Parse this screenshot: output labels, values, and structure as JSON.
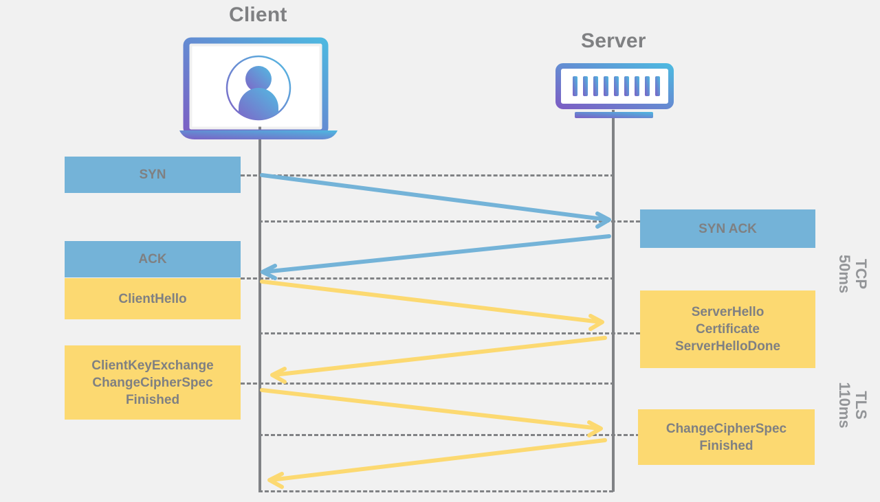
{
  "diagram": {
    "title_client": "Client",
    "title_server": "Server",
    "background_color": "#f1f1f1",
    "tcp_color": "#74b3d8",
    "tls_color": "#fcd971",
    "text_color": "#7f8082",
    "line_color": "#808285",
    "icon_gradient_from": "#7b5fc4",
    "icon_gradient_to": "#4eb8e0"
  },
  "actors": [
    {
      "name": "client",
      "label": "Client",
      "icon": "laptop-user-icon"
    },
    {
      "name": "server",
      "label": "Server",
      "icon": "server-rack-icon"
    }
  ],
  "messages": [
    {
      "id": "syn",
      "label": "SYN",
      "side": "left",
      "protocol": "TCP",
      "color": "#74b3d8"
    },
    {
      "id": "syn-ack",
      "label": "SYN ACK",
      "side": "right",
      "protocol": "TCP",
      "color": "#74b3d8"
    },
    {
      "id": "ack",
      "label": "ACK",
      "side": "left",
      "protocol": "TCP",
      "color": "#74b3d8"
    },
    {
      "id": "client-hello",
      "label": "ClientHello",
      "side": "left",
      "protocol": "TLS",
      "color": "#fcd971"
    },
    {
      "id": "server-hello",
      "label": "ServerHello\nCertificate\nServerHelloDone",
      "side": "right",
      "protocol": "TLS",
      "color": "#fcd971"
    },
    {
      "id": "client-key-exchange",
      "label": "ClientKeyExchange\nChangeCipherSpec\nFinished",
      "side": "left",
      "protocol": "TLS",
      "color": "#fcd971"
    },
    {
      "id": "server-change-cipher",
      "label": "ChangeCipherSpec\nFinished",
      "side": "right",
      "protocol": "TLS",
      "color": "#fcd971"
    }
  ],
  "phases": [
    {
      "id": "tcp",
      "label": "TCP\n50ms"
    },
    {
      "id": "tls",
      "label": "TLS\n110ms"
    }
  ]
}
